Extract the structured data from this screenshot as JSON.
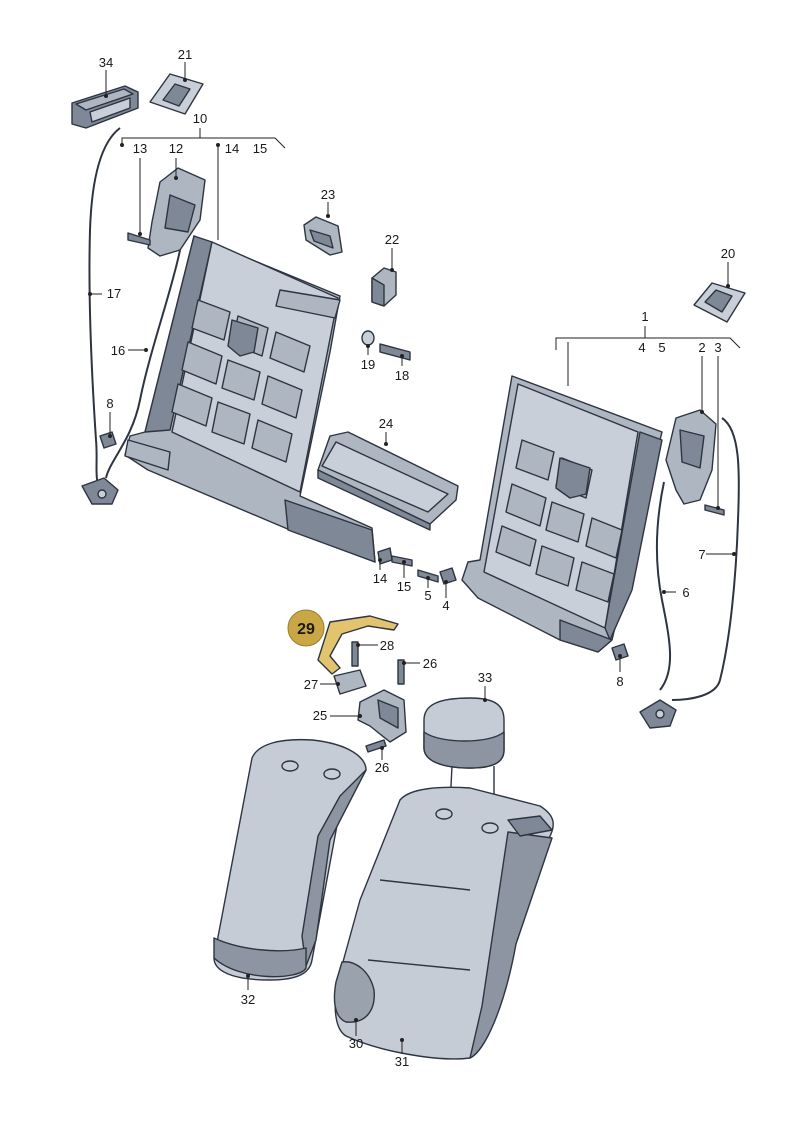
{
  "highlight": {
    "label": "29",
    "color": "#c9a646",
    "part_color": "#e2c46e"
  },
  "colors": {
    "metal": "#aeb6c2",
    "metal_dark": "#7f8896",
    "metal_light": "#c9cfd8",
    "ink": "#2e3540"
  },
  "callouts": {
    "c1": "1",
    "c2": "2",
    "c3": "3",
    "c4": "4",
    "c4b": "4",
    "c5": "5",
    "c5b": "5",
    "c6": "6",
    "c7": "7",
    "c8": "8",
    "c8b": "8",
    "c10": "10",
    "c12": "12",
    "c13": "13",
    "c14": "14",
    "c14b": "14",
    "c15": "15",
    "c15b": "15",
    "c16": "16",
    "c17": "17",
    "c18": "18",
    "c19": "19",
    "c20": "20",
    "c21": "21",
    "c22": "22",
    "c23": "23",
    "c24": "24",
    "c25": "25",
    "c26": "26",
    "c26b": "26",
    "c27": "27",
    "c28": "28",
    "c30": "30",
    "c31": "31",
    "c32": "32",
    "c33": "33",
    "c34": "34"
  }
}
